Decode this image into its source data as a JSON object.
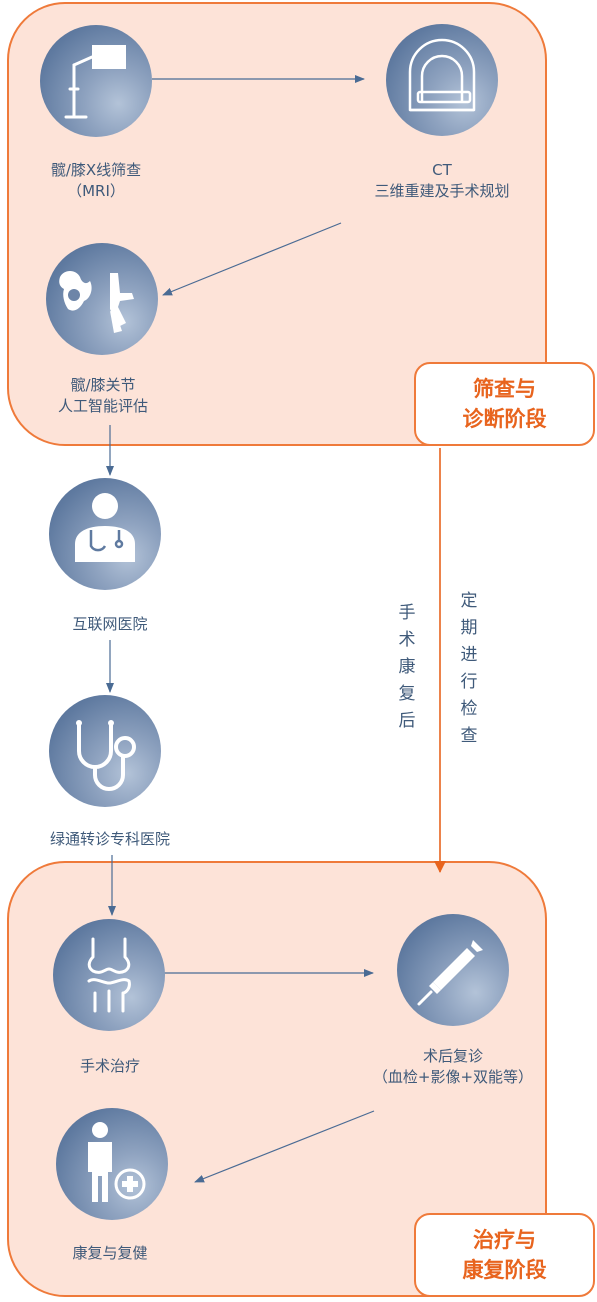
{
  "stages": {
    "screening": {
      "line1": "筛查与",
      "line2": "诊断阶段"
    },
    "treatment": {
      "line1": "治疗与",
      "line2": "康复阶段"
    }
  },
  "nodes": {
    "xray": {
      "line1": "髋/膝X线筛查",
      "line2": "（MRI）",
      "icon": "xray-lightbox-icon"
    },
    "ct": {
      "line1": "CT",
      "line2": "三维重建及手术规划",
      "icon": "ct-scanner-icon"
    },
    "ai": {
      "line1": "髋/膝关节",
      "line2": "人工智能评估",
      "icon": "joint-bones-icon"
    },
    "internet_hospital": {
      "line1": "互联网医院",
      "icon": "doctor-icon"
    },
    "referral": {
      "line1": "绿通转诊专科医院",
      "icon": "stethoscope-icon"
    },
    "surgery": {
      "line1": "手术治疗",
      "icon": "knee-joint-icon"
    },
    "followup": {
      "line1": "术后复诊",
      "line2": "（血检+影像+双能等）",
      "icon": "syringe-icon"
    },
    "rehab": {
      "line1": "康复与复健",
      "icon": "person-plus-icon"
    }
  },
  "side_labels": {
    "postop_rehab": "手术康复后",
    "regular_check": "定期进行检查"
  },
  "colors": {
    "stage_fill": "#fde3d8",
    "stage_border": "#ef7a3a",
    "stage_text": "#e8641e",
    "node_circle": "#5f7aa0",
    "text": "#3f5a7a",
    "arrow": "#4a6b94"
  }
}
